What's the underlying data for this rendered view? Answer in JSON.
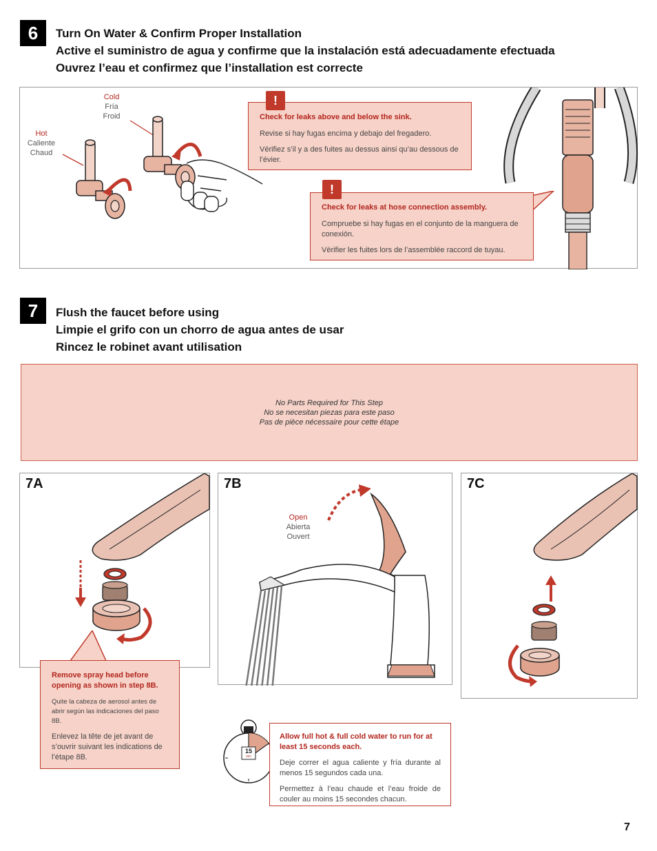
{
  "step6": {
    "number": "6",
    "titles": [
      "Turn On Water & Confirm Proper Installation",
      "Active el suministro de agua y confirme que la instalación está adecuadamente efectuada",
      "Ouvrez l’eau et confirmez que l’installation est correcte"
    ],
    "cold_label": [
      "Cold",
      "Fría",
      "Froid"
    ],
    "hot_label": [
      "Hot",
      "Caliente",
      "Chaud"
    ],
    "callout1": {
      "icon": "!",
      "heading": "Check for leaks above and below the sink.",
      "lines": [
        "Revise si hay fugas encima y debajo del fregadero.",
        "Vérifiez s’il y a des fuites au dessus ainsi qu’au dessous de l’évier."
      ]
    },
    "callout2": {
      "icon": "!",
      "heading": "Check for leaks at hose connection assembly.",
      "lines": [
        "Compruebe si hay fugas en el conjunto de la manguera de conexión.",
        "Vérifier les fuites lors de l’assemblée raccord de tuyau."
      ]
    }
  },
  "step7": {
    "number": "7",
    "titles": [
      "Flush the faucet before using",
      "Limpie el grifo con un chorro de agua antes de usar",
      "Rincez le robinet avant utilisation"
    ],
    "no_parts": [
      "No Parts Required for This Step",
      "No se necesitan piezas para este paso",
      "Pas de pièce nécessaire pour cette étape"
    ],
    "sub_a": "7A",
    "sub_b": "7B",
    "sub_c": "7C",
    "open_label": [
      "Open",
      "Abierta",
      "Ouvert"
    ],
    "callout_a": {
      "heading": "Remove spray head before opening as shown in step 8B.",
      "lines": [
        "Quite la cabeza de aerosol antes de abrir según las indicaciones del paso 8B.",
        "Enlevez la tête de jet avant de s’ouvrir suivant les indications de l’étape 8B."
      ]
    },
    "callout_b": {
      "heading": "Allow full hot & full cold water to run for at least 15 seconds each.",
      "lines": [
        "Deje correr el agua caliente y fría durante al menos 15 segundos cada una.",
        "Permettez à l’eau chaude et l’eau froide de couler au moins 15 secondes chacun."
      ]
    },
    "timer": {
      "value": "15",
      "unit": "sec"
    }
  },
  "page_number": "7",
  "colors": {
    "accent": "#c0392b",
    "callout_bg": "#f6d2c8",
    "copper": "#e0a48e"
  }
}
